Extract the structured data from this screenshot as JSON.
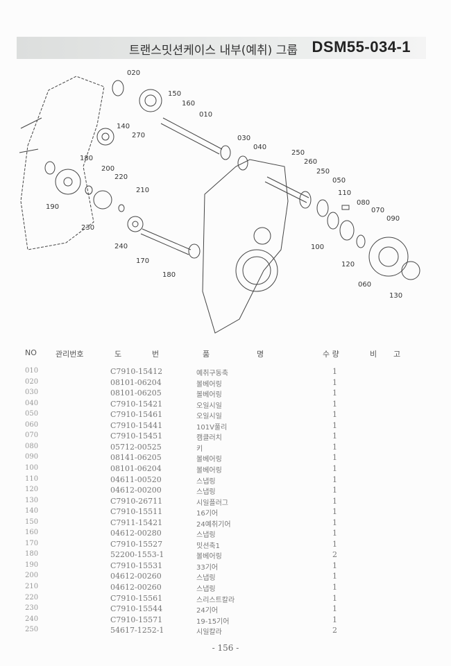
{
  "header": {
    "title": "트랜스밋션케이스 내부(예취) 그룹",
    "code": "DSM55-034-1"
  },
  "diagram": {
    "callouts": [
      "020",
      "150",
      "160",
      "010",
      "140",
      "270",
      "180",
      "200",
      "220",
      "210",
      "190",
      "230",
      "240",
      "170",
      "180",
      "030",
      "040",
      "250",
      "260",
      "250",
      "050",
      "110",
      "080",
      "070",
      "090",
      "100",
      "120",
      "060",
      "130"
    ]
  },
  "table": {
    "headers": {
      "no": "NO",
      "mgmt": "관리번호",
      "part_a": "도",
      "part_b": "번",
      "name_a": "품",
      "name_b": "명",
      "qty": "수 량",
      "note_a": "비",
      "note_b": "고"
    },
    "rows": [
      {
        "no": "010",
        "part": "C7910-15412",
        "name": "예취구동축",
        "qty": "1"
      },
      {
        "no": "020",
        "part": "08101-06204",
        "name": "볼베어링",
        "qty": "1"
      },
      {
        "no": "030",
        "part": "08101-06205",
        "name": "볼베어링",
        "qty": "1"
      },
      {
        "no": "040",
        "part": "C7910-15421",
        "name": "오일시일",
        "qty": "1"
      },
      {
        "no": "050",
        "part": "C7910-15461",
        "name": "오일시일",
        "qty": "1"
      },
      {
        "no": "060",
        "part": "C7910-15441",
        "name": "101V풀리",
        "qty": "1"
      },
      {
        "no": "070",
        "part": "C7910-15451",
        "name": "캠클러치",
        "qty": "1"
      },
      {
        "no": "080",
        "part": "05712-00525",
        "name": "키",
        "qty": "1"
      },
      {
        "no": "090",
        "part": "08141-06205",
        "name": "볼베어링",
        "qty": "1"
      },
      {
        "no": "100",
        "part": "08101-06204",
        "name": "볼베어링",
        "qty": "1"
      },
      {
        "no": "110",
        "part": "04611-00520",
        "name": "스냅링",
        "qty": "1"
      },
      {
        "no": "120",
        "part": "04612-00200",
        "name": "스냅링",
        "qty": "1"
      },
      {
        "no": "130",
        "part": "C7910-26711",
        "name": "시일플러그",
        "qty": "1"
      },
      {
        "no": "140",
        "part": "C7910-15511",
        "name": "16기어",
        "qty": "1"
      },
      {
        "no": "150",
        "part": "C7911-15421",
        "name": "24예취기어",
        "qty": "1"
      },
      {
        "no": "160",
        "part": "04612-00280",
        "name": "스냅링",
        "qty": "1"
      },
      {
        "no": "170",
        "part": "C7910-15527",
        "name": "밋션축1",
        "qty": "1"
      },
      {
        "no": "180",
        "part": "52200-1553-1",
        "name": "볼베어링",
        "qty": "2"
      },
      {
        "no": "190",
        "part": "C7910-15531",
        "name": "33기어",
        "qty": "1"
      },
      {
        "no": "200",
        "part": "04612-00260",
        "name": "스냅링",
        "qty": "1"
      },
      {
        "no": "210",
        "part": "04612-00260",
        "name": "스냅링",
        "qty": "1"
      },
      {
        "no": "220",
        "part": "C7910-15561",
        "name": "스리스트칼라",
        "qty": "1"
      },
      {
        "no": "230",
        "part": "C7910-15544",
        "name": "24기어",
        "qty": "1"
      },
      {
        "no": "240",
        "part": "C7910-15571",
        "name": "19-15기어",
        "qty": "1"
      },
      {
        "no": "250",
        "part": "54617-1252-1",
        "name": "시일칼라",
        "qty": "2"
      }
    ]
  },
  "footer": {
    "page": "- 156 -"
  }
}
